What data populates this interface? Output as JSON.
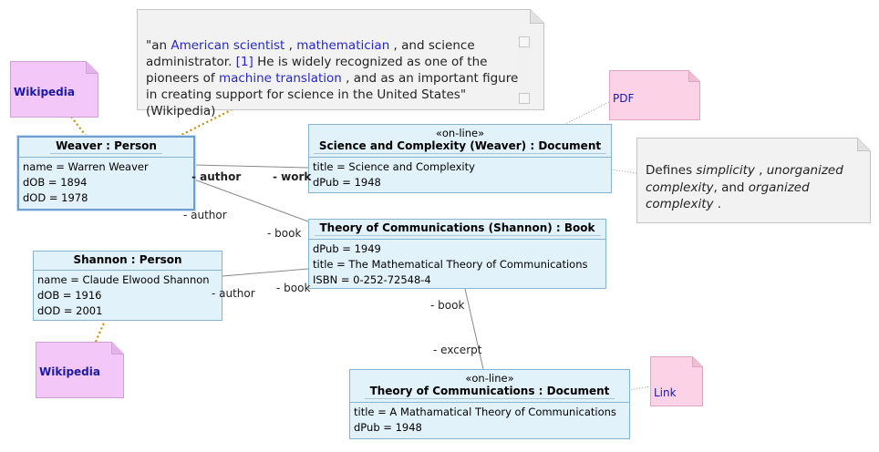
{
  "objects": {
    "weaver": {
      "title": "Weaver : Person",
      "attrs": [
        "name = Warren Weaver",
        "dOB = 1894",
        "dOD = 1978"
      ]
    },
    "shannon": {
      "title": "Shannon : Person",
      "attrs": [
        "name = Claude Elwood Shannon",
        "dOB = 1916",
        "dOD = 2001"
      ]
    },
    "science_doc": {
      "stereotype": "«on-line»",
      "title": "Science and Complexity (Weaver) : Document",
      "attrs": [
        "title = Science and Complexity",
        "dPub = 1948"
      ]
    },
    "comm_book": {
      "title": "Theory of Communications (Shannon) : Book",
      "attrs": [
        "dPub = 1949",
        "title = The Mathematical Theory of Communications",
        "ISBN = 0-252-72548-4"
      ]
    },
    "comm_doc": {
      "stereotype": "«on-line»",
      "title": "Theory of Communications : Document",
      "attrs": [
        "title = A Mathamatical Theory of Communications",
        "dPub = 1948"
      ]
    }
  },
  "notes": {
    "wiki_weaver": "Wikipedia",
    "wiki_shannon": "Wikipedia",
    "pdf": "PDF",
    "link": "Link",
    "quote": {
      "p1": "\"an ",
      "l1": "American scientist",
      "p2": " , ",
      "l2": "mathematician",
      "p3": " , and science administrator. ",
      "l3": "[1]",
      "p4": " He is widely recognized as one of the pioneers of ",
      "l4": "machine translation",
      "p5": " , and as an important figure in creating support for science in the United States\" (Wikipedia)"
    },
    "definition": {
      "a": "Defines ",
      "b": "simplicity",
      "c": " , ",
      "d": "unorganized complexity",
      "e": ", and ",
      "f": "organized complexity",
      "g": " ."
    }
  },
  "roles": {
    "author1": "- author",
    "work": "- work",
    "author2": "- author",
    "book1": "- book",
    "author3": "- author",
    "book2": "- book",
    "book3": "- book",
    "excerpt": "- excerpt"
  },
  "colors": {
    "object_fill": "#e2f2fb",
    "object_border": "#86b3cf",
    "wiki_note_fill": "#f3c8f8",
    "pdf_note_fill": "#fbd2e6",
    "text_note_fill": "#f2f2f2",
    "anchor_dotted": "#c09000"
  }
}
